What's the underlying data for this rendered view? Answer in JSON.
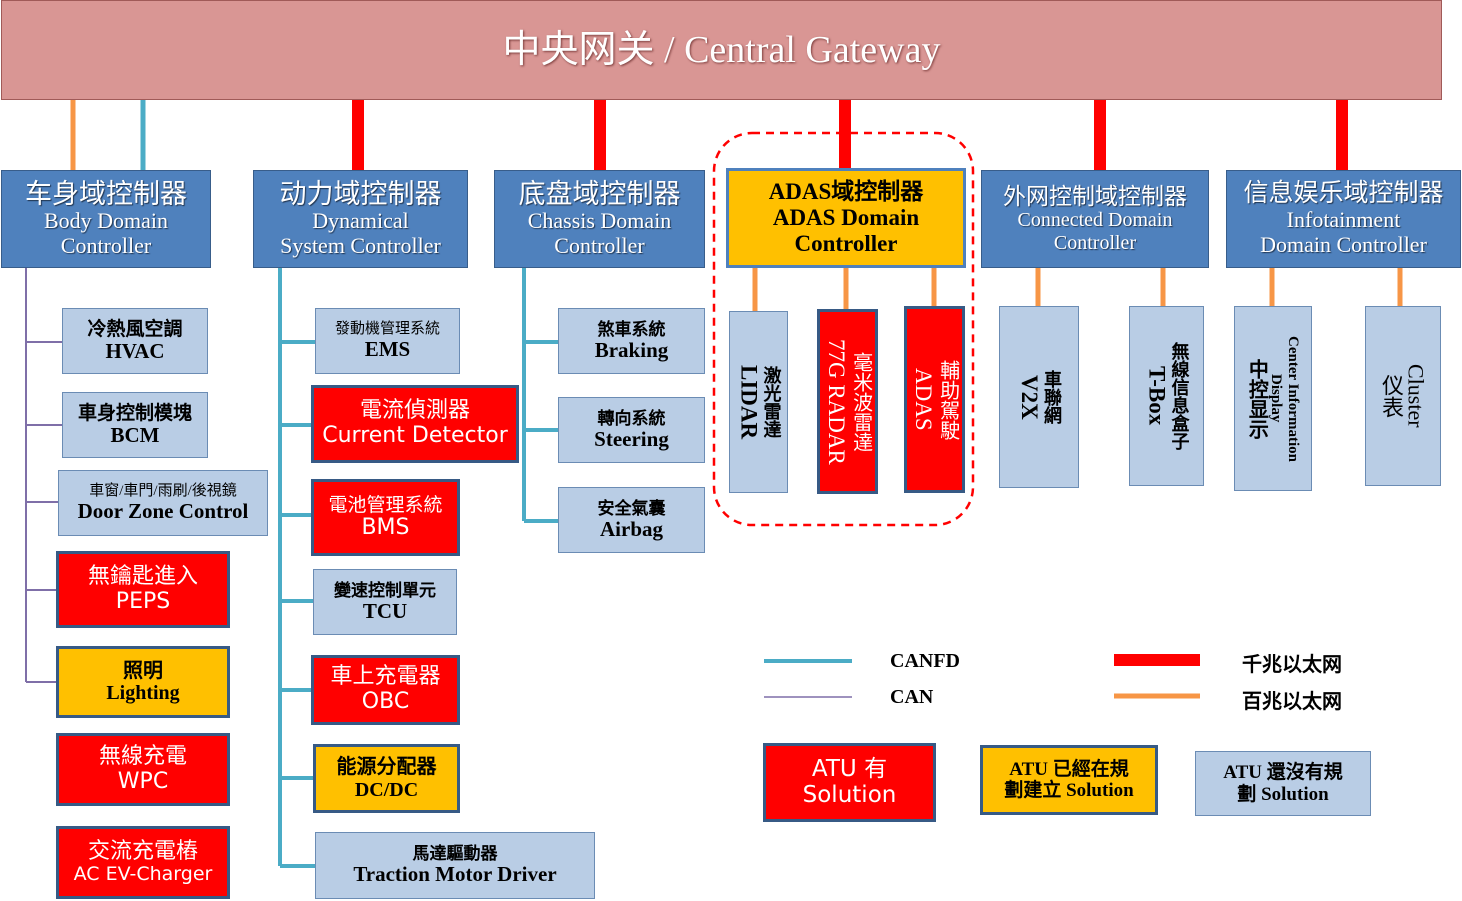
{
  "gateway": {
    "title": "中央网关 / Central Gateway"
  },
  "domains": {
    "body": {
      "zh": "车身域控制器",
      "en1": "Body Domain",
      "en2": "Controller"
    },
    "dynamical": {
      "zh": "动力域控制器",
      "en1": "Dynamical",
      "en2": "System Controller"
    },
    "chassis": {
      "zh": "底盘域控制器",
      "en1": "Chassis Domain",
      "en2": "Controller"
    },
    "adas": {
      "zh": "ADAS域控制器",
      "en1": "ADAS Domain",
      "en2": "Controller"
    },
    "connected": {
      "zh": "外网控制域控制器",
      "en1": "Connected  Domain",
      "en2": "Controller"
    },
    "infotainment": {
      "zh": "信息娱乐域控制器",
      "en1": "Infotainment",
      "en2": "Domain Controller"
    }
  },
  "body_items": {
    "hvac": {
      "zh": "冷熱風空調",
      "en": "HVAC"
    },
    "bcm": {
      "zh": "車身控制模塊",
      "en": "BCM"
    },
    "door": {
      "zh": "車窗/車門/雨刷/後視鏡",
      "en": "Door Zone Control"
    },
    "peps": {
      "zh": "無鑰匙進入",
      "en": "PEPS"
    },
    "lighting": {
      "zh": "照明",
      "en": "Lighting"
    },
    "wpc": {
      "zh": "無線充電",
      "en": "WPC"
    },
    "charger": {
      "zh": "交流充電樁",
      "en": "AC EV-Charger"
    }
  },
  "dyn_items": {
    "ems": {
      "zh": "發動機管理系統",
      "en": "EMS"
    },
    "current": {
      "zh": "電流偵測器",
      "en": "Current Detector"
    },
    "bms": {
      "zh": "電池管理系統",
      "en": "BMS"
    },
    "tcu": {
      "zh": "變速控制單元",
      "en": "TCU"
    },
    "obc": {
      "zh": "車上充電器",
      "en": "OBC"
    },
    "dcdc": {
      "zh": "能源分配器",
      "en": "DC/DC"
    },
    "motor": {
      "zh": "馬達驅動器",
      "en": "Traction Motor Driver"
    }
  },
  "chassis_items": {
    "braking": {
      "zh": "煞車系統",
      "en": "Braking"
    },
    "steering": {
      "zh": "轉向系統",
      "en": "Steering"
    },
    "airbag": {
      "zh": "安全氣囊",
      "en": "Airbag"
    }
  },
  "adas_items": {
    "lidar": {
      "zh": "激光雷達",
      "en": "LIDAR"
    },
    "radar": {
      "zh": "毫米波雷達",
      "en": "77G RADAR"
    },
    "assist": {
      "zh": "輔助駕駛",
      "en": "ADAS"
    }
  },
  "connected_items": {
    "v2x": {
      "zh": "車聯網",
      "en": "V2X"
    },
    "tbox": {
      "zh": "無線信息盒子",
      "en": "T-Box"
    }
  },
  "info_items": {
    "cid": {
      "en1": "Center Information",
      "en2": "Display",
      "zh": "中控显示"
    },
    "cluster": {
      "en": "Cluster",
      "zh": "仪表"
    }
  },
  "legend": {
    "canfd": "CANFD",
    "can": "CAN",
    "gigabit": "千兆以太网",
    "fast": "百兆以太网",
    "atu_has": {
      "l1": "ATU 有",
      "l2": "Solution"
    },
    "atu_planning": {
      "l1": "ATU 已經在規",
      "l2": "劃建立 Solution"
    },
    "atu_none": {
      "l1": "ATU 還沒有規",
      "l2": "劃  Solution"
    }
  },
  "colors": {
    "canfd": "#4bacc6",
    "can": "#7f6fa8",
    "gigabit": "#ff0000",
    "fast": "#f79646",
    "domain_blue": "#4f81bd",
    "sub_blue": "#b9cde5",
    "gateway": "#d99694",
    "yellow": "#ffc000"
  }
}
